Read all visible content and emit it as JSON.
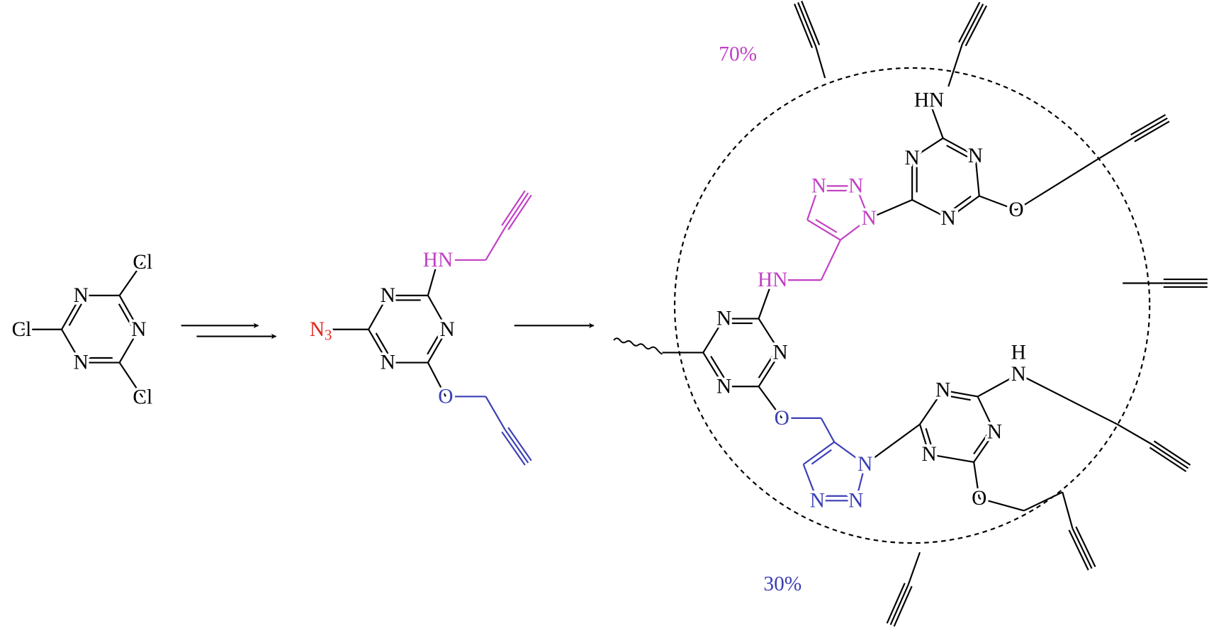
{
  "colors": {
    "black": "#000000",
    "magenta": "#c23fc4",
    "blue": "#3b3fb5",
    "red": "#e3261e"
  },
  "reactant": {
    "atoms": [
      "Cl",
      "N",
      "Cl",
      "N",
      "N",
      "Cl"
    ]
  },
  "intermediate": {
    "amine": "HN",
    "ring_n": [
      "N",
      "N",
      "N"
    ],
    "azide_main": "N",
    "azide_sub": "3",
    "ether": "O"
  },
  "product": {
    "fraction_amine": "70%",
    "fraction_ether": "30%",
    "atoms": {
      "top_hn": "HN",
      "n": "N",
      "o": "O",
      "hn_link": "HN",
      "h": "H"
    }
  },
  "arrows": {
    "step1": "multi-step",
    "step2": "single-step"
  }
}
